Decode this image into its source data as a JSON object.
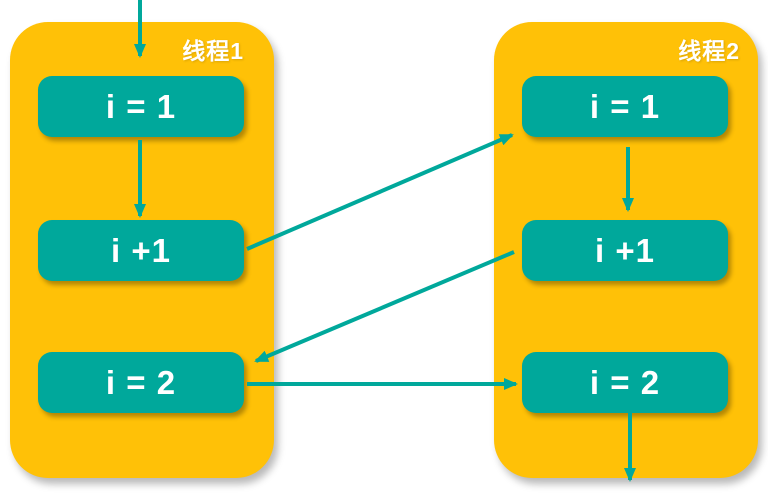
{
  "diagram": {
    "threads": [
      {
        "title": "线程1",
        "boxes": [
          {
            "label": "i = 1"
          },
          {
            "label": "i +1"
          },
          {
            "label": "i = 2"
          }
        ]
      },
      {
        "title": "线程2",
        "boxes": [
          {
            "label": "i = 1"
          },
          {
            "label": "i +1"
          },
          {
            "label": "i = 2"
          }
        ]
      }
    ],
    "edges": [
      {
        "from": "start",
        "to": "thread1.i = 1",
        "type": "entry-arrow"
      },
      {
        "from": "thread1.i = 1",
        "to": "thread1.i +1",
        "type": "vertical-arrow"
      },
      {
        "from": "thread1.i +1",
        "to": "thread2.i = 1",
        "type": "diagonal-arrow"
      },
      {
        "from": "thread2.i = 1",
        "to": "thread2.i +1",
        "type": "vertical-arrow"
      },
      {
        "from": "thread2.i +1",
        "to": "thread1.i = 2",
        "type": "diagonal-arrow"
      },
      {
        "from": "thread1.i = 2",
        "to": "thread2.i = 2",
        "type": "horizontal-arrow"
      },
      {
        "from": "thread2.i = 2",
        "to": "end",
        "type": "exit-arrow"
      }
    ],
    "colors": {
      "panel_fill": "#FFC107",
      "node_fill": "#00A89B",
      "arrow": "#00A89B",
      "text": "#FFFFFF"
    }
  }
}
